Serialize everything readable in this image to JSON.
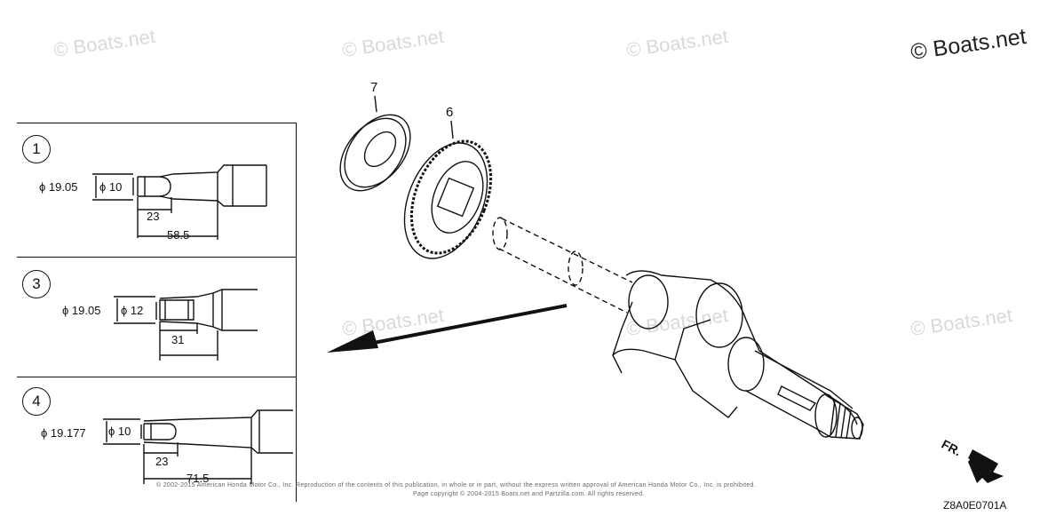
{
  "watermark_text": "© Boats.net",
  "insets": [
    {
      "callout": "1",
      "outer_diameter": "ϕ 19.05",
      "inner_diameter": "ϕ 10",
      "short_length": "23",
      "long_length": "58.5"
    },
    {
      "callout": "3",
      "outer_diameter": "ϕ 19.05",
      "inner_diameter": "ϕ 12",
      "short_length": "31"
    },
    {
      "callout": "4",
      "outer_diameter": "ϕ 19.177",
      "inner_diameter": "ϕ 10",
      "short_length": "23",
      "long_length": "71.5"
    }
  ],
  "parts": {
    "washer_ref": "7",
    "gear_ref": "6"
  },
  "direction_label": "FR.",
  "footer": {
    "notice": "© 2002-2015 American Honda Motor Co., Inc. Reproduction of the contents of this publication, in whole or in part, without the express written approval of American Honda Motor Co., Inc. is prohibited.",
    "page_copyright": "Page copyright © 2004-2015 Boats.net and Partzilla.com. All rights reserved."
  },
  "diagram_code": "Z8A0E0701A"
}
